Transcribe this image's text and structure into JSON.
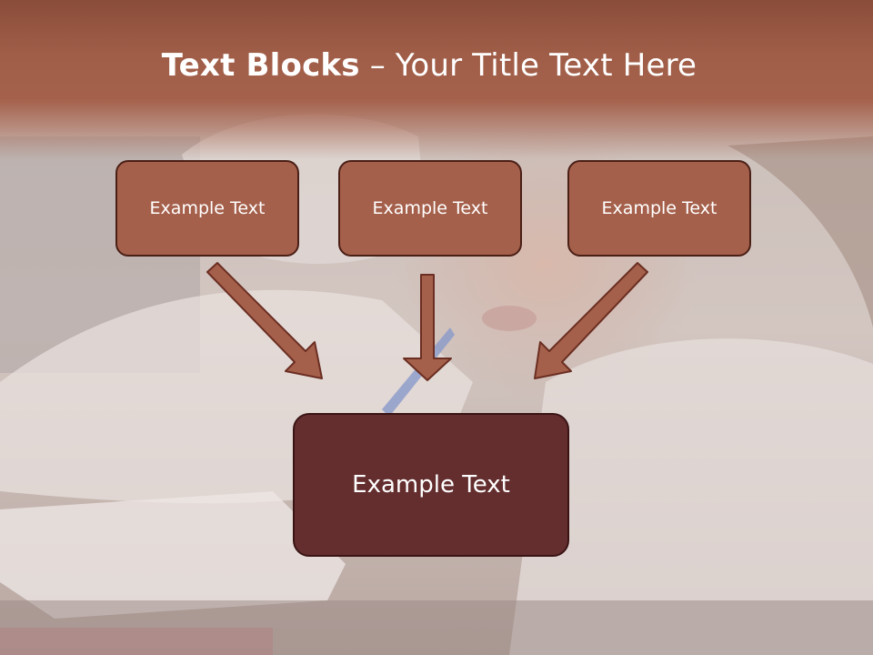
{
  "slide": {
    "title_bold": "Text Blocks",
    "title_dash": " – ",
    "title_rest": "Your Title Text Here"
  },
  "blocks": {
    "top": [
      {
        "label": "Example Text"
      },
      {
        "label": "Example Text"
      },
      {
        "label": "Example Text"
      }
    ],
    "bottom": {
      "label": "Example Text"
    }
  },
  "colors": {
    "header": "#a4604a",
    "box_fill": "#a5604b",
    "box_border": "#4a1f16",
    "bottom_box_fill": "#642e2f",
    "arrow_fill": "#a5604b",
    "arrow_border": "#6b2e22",
    "text": "#ffffff"
  },
  "icons": {
    "arrows": [
      "arrow-down-right-icon",
      "arrow-down-icon",
      "arrow-down-left-icon"
    ]
  }
}
